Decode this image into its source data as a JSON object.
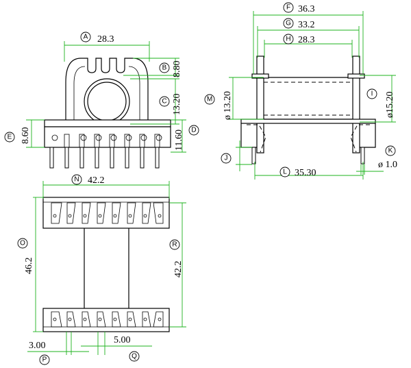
{
  "dimensions": {
    "A": {
      "marker": "A",
      "value": "28.3"
    },
    "B": {
      "marker": "B",
      "value": "8.80"
    },
    "C": {
      "marker": "C",
      "value": "13.20"
    },
    "D": {
      "marker": "D",
      "value": "11.60"
    },
    "E": {
      "marker": "E",
      "value": "8.60"
    },
    "F": {
      "marker": "F",
      "value": "36.3"
    },
    "G": {
      "marker": "G",
      "value": "33.2"
    },
    "H": {
      "marker": "H",
      "value": "28.3"
    },
    "I": {
      "marker": "I",
      "value": "ø15.20"
    },
    "J": {
      "marker": "J",
      "value": ""
    },
    "K": {
      "marker": "K",
      "value": "ø 1.0"
    },
    "L": {
      "marker": "L",
      "value": "35.30"
    },
    "M": {
      "marker": "M",
      "value": "ø 13.20"
    },
    "N": {
      "marker": "N",
      "value": "42.2"
    },
    "O": {
      "marker": "O",
      "value": "46.2"
    },
    "P": {
      "marker": "P",
      "value": "3.00"
    },
    "Q": {
      "marker": "Q",
      "value": "5.00"
    },
    "R": {
      "marker": "R",
      "value": "42.2"
    }
  }
}
